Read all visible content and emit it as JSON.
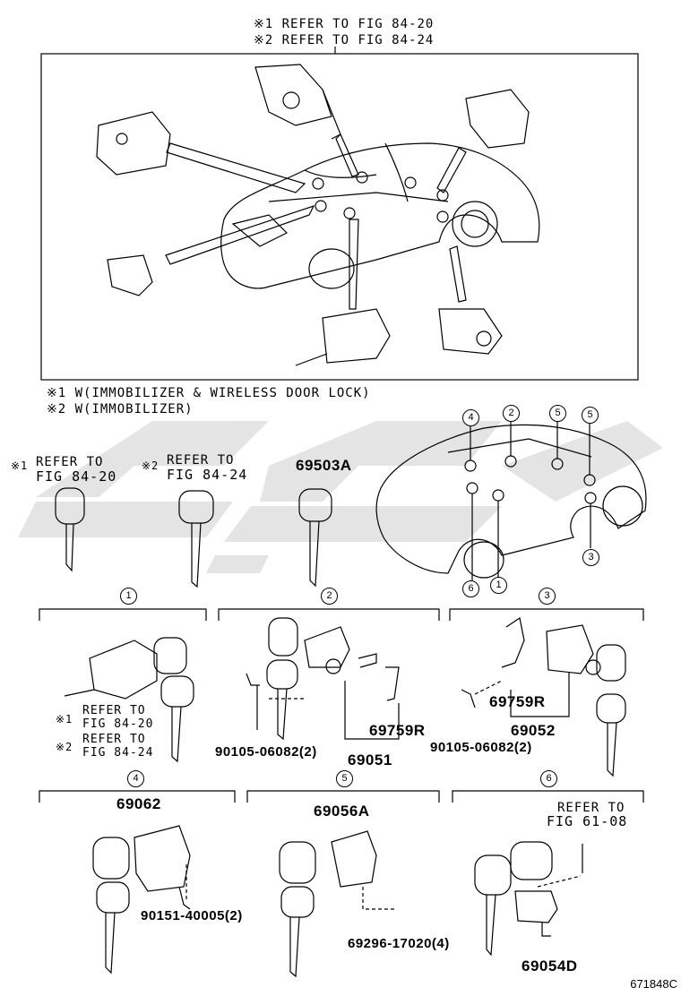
{
  "header": {
    "note1": "※1 REFER TO FIG 84-20",
    "note2": "※2 REFER TO FIG 84-24"
  },
  "legend": {
    "l1": "※1 W(IMMOBILIZER & WIRELESS DOOR LOCK)",
    "l2": "※2 W(IMMOBILIZER)"
  },
  "keys": {
    "k1_mark": "※1",
    "k1_line1": "REFER TO",
    "k1_line2": "FIG 84-20",
    "k2_mark": "※2",
    "k2_line1": "REFER TO",
    "k2_line2": "FIG 84-24",
    "k3_part": "69503A"
  },
  "callouts": {
    "c1": "1",
    "c2": "2",
    "c3": "3",
    "c4": "4",
    "c5": "5",
    "c6": "6"
  },
  "section1": {
    "note1_mark": "※1",
    "note1_a": "REFER TO",
    "note1_b": "FIG 84-20",
    "note2_mark": "※2",
    "note2_a": "REFER TO",
    "note2_b": "FIG 84-24"
  },
  "section2": {
    "bolt": "90105-06082(2)",
    "part_a": "69759R",
    "part_b": "69051"
  },
  "section3": {
    "part_a": "69759R",
    "part_b": "69052",
    "bolt": "90105-06082(2)"
  },
  "section4": {
    "part": "69062",
    "bolt": "90151-40005(2)"
  },
  "section5": {
    "part": "69056A",
    "bolt": "69296-17020(4)"
  },
  "section6": {
    "ref_a": "REFER TO",
    "ref_b": "FIG 61-08",
    "part": "69054D"
  },
  "footer": {
    "code": "671848C"
  },
  "colors": {
    "line": "#000000",
    "watermark": "#d8d8d8"
  }
}
